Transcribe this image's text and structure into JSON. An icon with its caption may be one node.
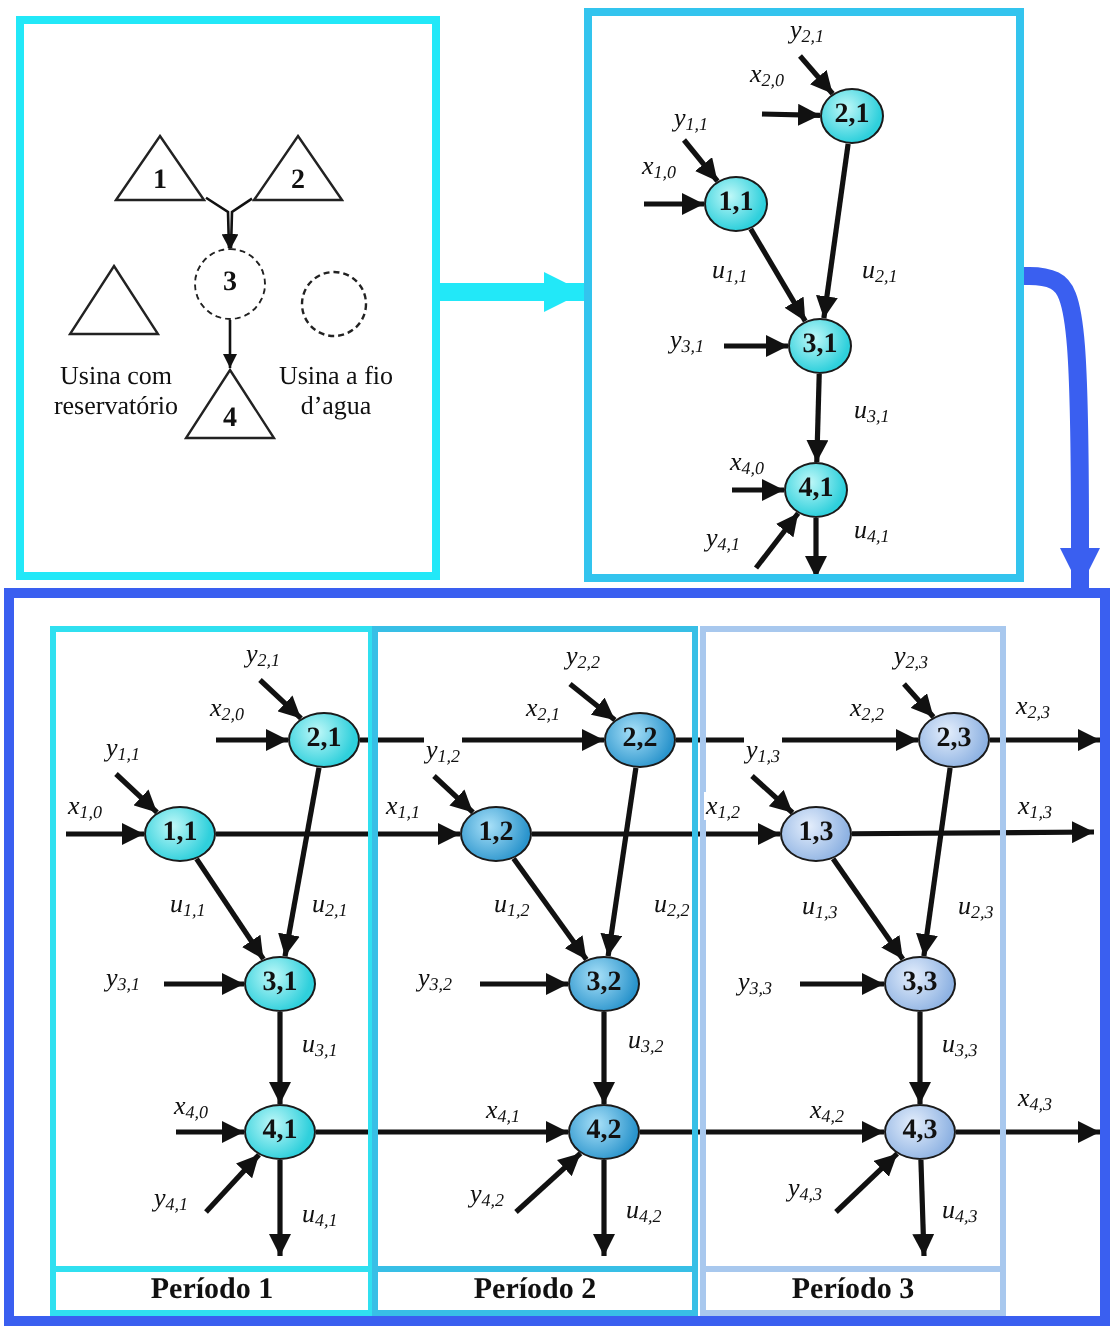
{
  "diagram": {
    "nodes": [
      {
        "text": [],
        "shape": "box"
      },
      {
        "text": [
          "1"
        ],
        "in": 0
      },
      {
        "text": [
          "2"
        ],
        "in": 0
      },
      {
        "text": [
          "3"
        ],
        "in": 0
      },
      {
        "text": [
          "4"
        ],
        "in": 0
      },
      {
        "text": [],
        "shape": "box"
      },
      {
        "text": [
          "1,1"
        ],
        "in": 5
      },
      {
        "text": [
          "2,1"
        ],
        "in": 5
      },
      {
        "text": [
          "3,1"
        ],
        "in": 5
      },
      {
        "text": [
          "4,1"
        ],
        "in": 5
      },
      {
        "text": [],
        "shape": "box"
      },
      {
        "text": [
          "Período 1"
        ],
        "in": 10
      },
      {
        "text": [
          "1,1"
        ],
        "in": 11
      },
      {
        "text": [
          "2,1"
        ],
        "in": 11
      },
      {
        "text": [
          "3,1"
        ],
        "in": 11
      },
      {
        "text": [
          "4,1"
        ],
        "in": 11
      },
      {
        "text": [
          "Período 2"
        ],
        "in": 10
      },
      {
        "text": [
          "1,2"
        ],
        "in": 16
      },
      {
        "text": [
          "2,2"
        ],
        "in": 16
      },
      {
        "text": [
          "3,2"
        ],
        "in": 16
      },
      {
        "text": [
          "4,2"
        ],
        "in": 16
      },
      {
        "text": [
          "Período 3"
        ],
        "in": 10
      },
      {
        "text": [
          "1,3"
        ],
        "in": 21
      },
      {
        "text": [
          "2,3"
        ],
        "in": 21
      },
      {
        "text": [
          "3,3"
        ],
        "in": 21
      },
      {
        "text": [
          "4,3"
        ],
        "in": 21
      }
    ],
    "edges": [
      {
        "from": 1,
        "to": 3,
        "arrow": "to"
      },
      {
        "from": 2,
        "to": 3,
        "arrow": "to"
      },
      {
        "from": 3,
        "to": 4,
        "arrow": "to"
      },
      {
        "from": 0,
        "to": 5,
        "arrow": "to",
        "style": "thick",
        "color": "#22e8f8"
      },
      {
        "from": 5,
        "to": 10,
        "arrow": "to",
        "style": "thick",
        "color": "#3a5ff0"
      },
      {
        "from": 6,
        "to": 8,
        "arrow": "to",
        "label": "u$_{1,1}$"
      },
      {
        "from": 7,
        "to": 8,
        "arrow": "to",
        "label": "u$_{2,1}$"
      },
      {
        "from": 8,
        "to": 9,
        "arrow": "to",
        "label": "u$_{3,1}$"
      },
      {
        "from": 9,
        "to": null,
        "arrow": "to",
        "label": "u$_{4,1}$"
      },
      {
        "from": null,
        "to": 6,
        "arrow": "to",
        "label": "x$_{1,0}$"
      },
      {
        "from": null,
        "to": 6,
        "arrow": "to",
        "label": "y$_{1,1}$"
      },
      {
        "from": null,
        "to": 7,
        "arrow": "to",
        "label": "x$_{2,0}$"
      },
      {
        "from": null,
        "to": 7,
        "arrow": "to",
        "label": "y$_{2,1}$"
      },
      {
        "from": null,
        "to": 8,
        "arrow": "to",
        "label": "y$_{3,1}$"
      },
      {
        "from": null,
        "to": 9,
        "arrow": "to",
        "label": "x$_{4,0}$"
      },
      {
        "from": null,
        "to": 9,
        "arrow": "to",
        "label": "y$_{4,1}$"
      },
      {
        "from": 12,
        "to": 14,
        "arrow": "to",
        "label": "u$_{1,1}$"
      },
      {
        "from": 13,
        "to": 14,
        "arrow": "to",
        "label": "u$_{2,1}$"
      },
      {
        "from": 14,
        "to": 15,
        "arrow": "to",
        "label": "u$_{3,1}$"
      },
      {
        "from": 15,
        "to": null,
        "arrow": "to",
        "label": "u$_{4,1}$"
      },
      {
        "from": null,
        "to": 12,
        "arrow": "to",
        "label": "x$_{1,0}$"
      },
      {
        "from": null,
        "to": 12,
        "arrow": "to",
        "label": "y$_{1,1}$"
      },
      {
        "from": null,
        "to": 13,
        "arrow": "to",
        "label": "x$_{2,0}$"
      },
      {
        "from": null,
        "to": 13,
        "arrow": "to",
        "label": "y$_{2,1}$"
      },
      {
        "from": null,
        "to": 14,
        "arrow": "to",
        "label": "y$_{3,1}$"
      },
      {
        "from": null,
        "to": 15,
        "arrow": "to",
        "label": "x$_{4,0}$"
      },
      {
        "from": null,
        "to": 15,
        "arrow": "to",
        "label": "y$_{4,1}$"
      },
      {
        "from": 12,
        "to": 17,
        "arrow": "to",
        "label": "x$_{1,1}$"
      },
      {
        "from": 13,
        "to": 18,
        "arrow": "to",
        "label": "x$_{2,1}$"
      },
      {
        "from": 15,
        "to": 20,
        "arrow": "to",
        "label": "x$_{4,1}$"
      },
      {
        "from": 17,
        "to": 19,
        "arrow": "to",
        "label": "u$_{1,2}$"
      },
      {
        "from": 18,
        "to": 19,
        "arrow": "to",
        "label": "u$_{2,2}$"
      },
      {
        "from": 19,
        "to": 20,
        "arrow": "to",
        "label": "u$_{3,2}$"
      },
      {
        "from": 20,
        "to": null,
        "arrow": "to",
        "label": "u$_{4,2}$"
      },
      {
        "from": null,
        "to": 17,
        "arrow": "to",
        "label": "y$_{1,2}$"
      },
      {
        "from": null,
        "to": 18,
        "arrow": "to",
        "label": "y$_{2,2}$"
      },
      {
        "from": null,
        "to": 19,
        "arrow": "to",
        "label": "y$_{3,2}$"
      },
      {
        "from": null,
        "to": 20,
        "arrow": "to",
        "label": "y$_{4,2}$"
      },
      {
        "from": 17,
        "to": 22,
        "arrow": "to",
        "label": "x$_{1,2}$"
      },
      {
        "from": 18,
        "to": 23,
        "arrow": "to",
        "label": "x$_{2,2}$"
      },
      {
        "from": 20,
        "to": 25,
        "arrow": "to",
        "label": "x$_{4,2}$"
      },
      {
        "from": 22,
        "to": 24,
        "arrow": "to",
        "label": "u$_{1,3}$"
      },
      {
        "from": 23,
        "to": 24,
        "arrow": "to",
        "label": "u$_{2,3}$"
      },
      {
        "from": 24,
        "to": 25,
        "arrow": "to",
        "label": "u$_{3,3}$"
      },
      {
        "from": 25,
        "to": null,
        "arrow": "to",
        "label": "u$_{4,3}$"
      },
      {
        "from": null,
        "to": 22,
        "arrow": "to",
        "label": "y$_{1,3}$"
      },
      {
        "from": null,
        "to": 23,
        "arrow": "to",
        "label": "y$_{2,3}$"
      },
      {
        "from": null,
        "to": 24,
        "arrow": "to",
        "label": "y$_{3,3}$"
      },
      {
        "from": null,
        "to": 25,
        "arrow": "to",
        "label": "y$_{4,3}$"
      },
      {
        "from": 22,
        "to": null,
        "arrow": "to",
        "label": "x$_{1,3}$"
      },
      {
        "from": 23,
        "to": null,
        "arrow": "to",
        "label": "x$_{2,3}$"
      },
      {
        "from": 25,
        "to": null,
        "arrow": "to",
        "label": "x$_{4,3}$"
      }
    ],
    "legend": [
      {
        "text": "Usina com reservatório"
      },
      {
        "text": "Usina a fio d’agua"
      }
    ]
  }
}
